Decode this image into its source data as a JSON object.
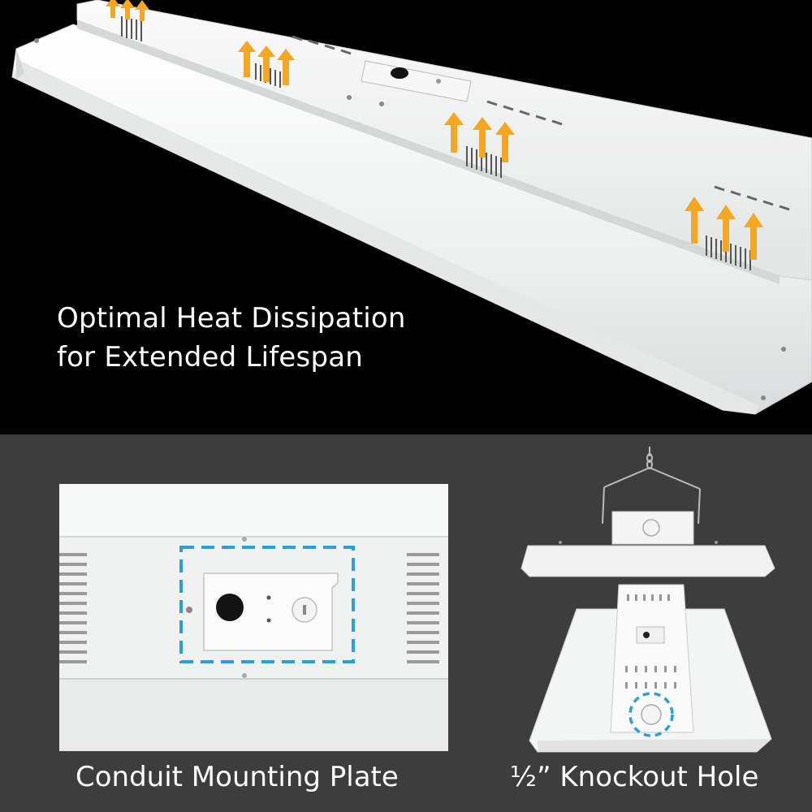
{
  "headline": {
    "line1": "Optimal Heat Dissipation",
    "line2": "for Extended Lifespan"
  },
  "captions": {
    "left": "Conduit Mounting Plate",
    "right": "½” Knockout Hole"
  },
  "colors": {
    "top_background": "#000000",
    "bottom_background": "#3d3d3d",
    "heat_arrow": "#f5a623",
    "highlight_dash": "#2a9fd8",
    "fixture_white": "#f2f2f2",
    "text": "#ffffff"
  },
  "icons": {
    "heat_arrows": "heat-flow-arrow-icon",
    "highlight": "dashed-highlight-box"
  }
}
